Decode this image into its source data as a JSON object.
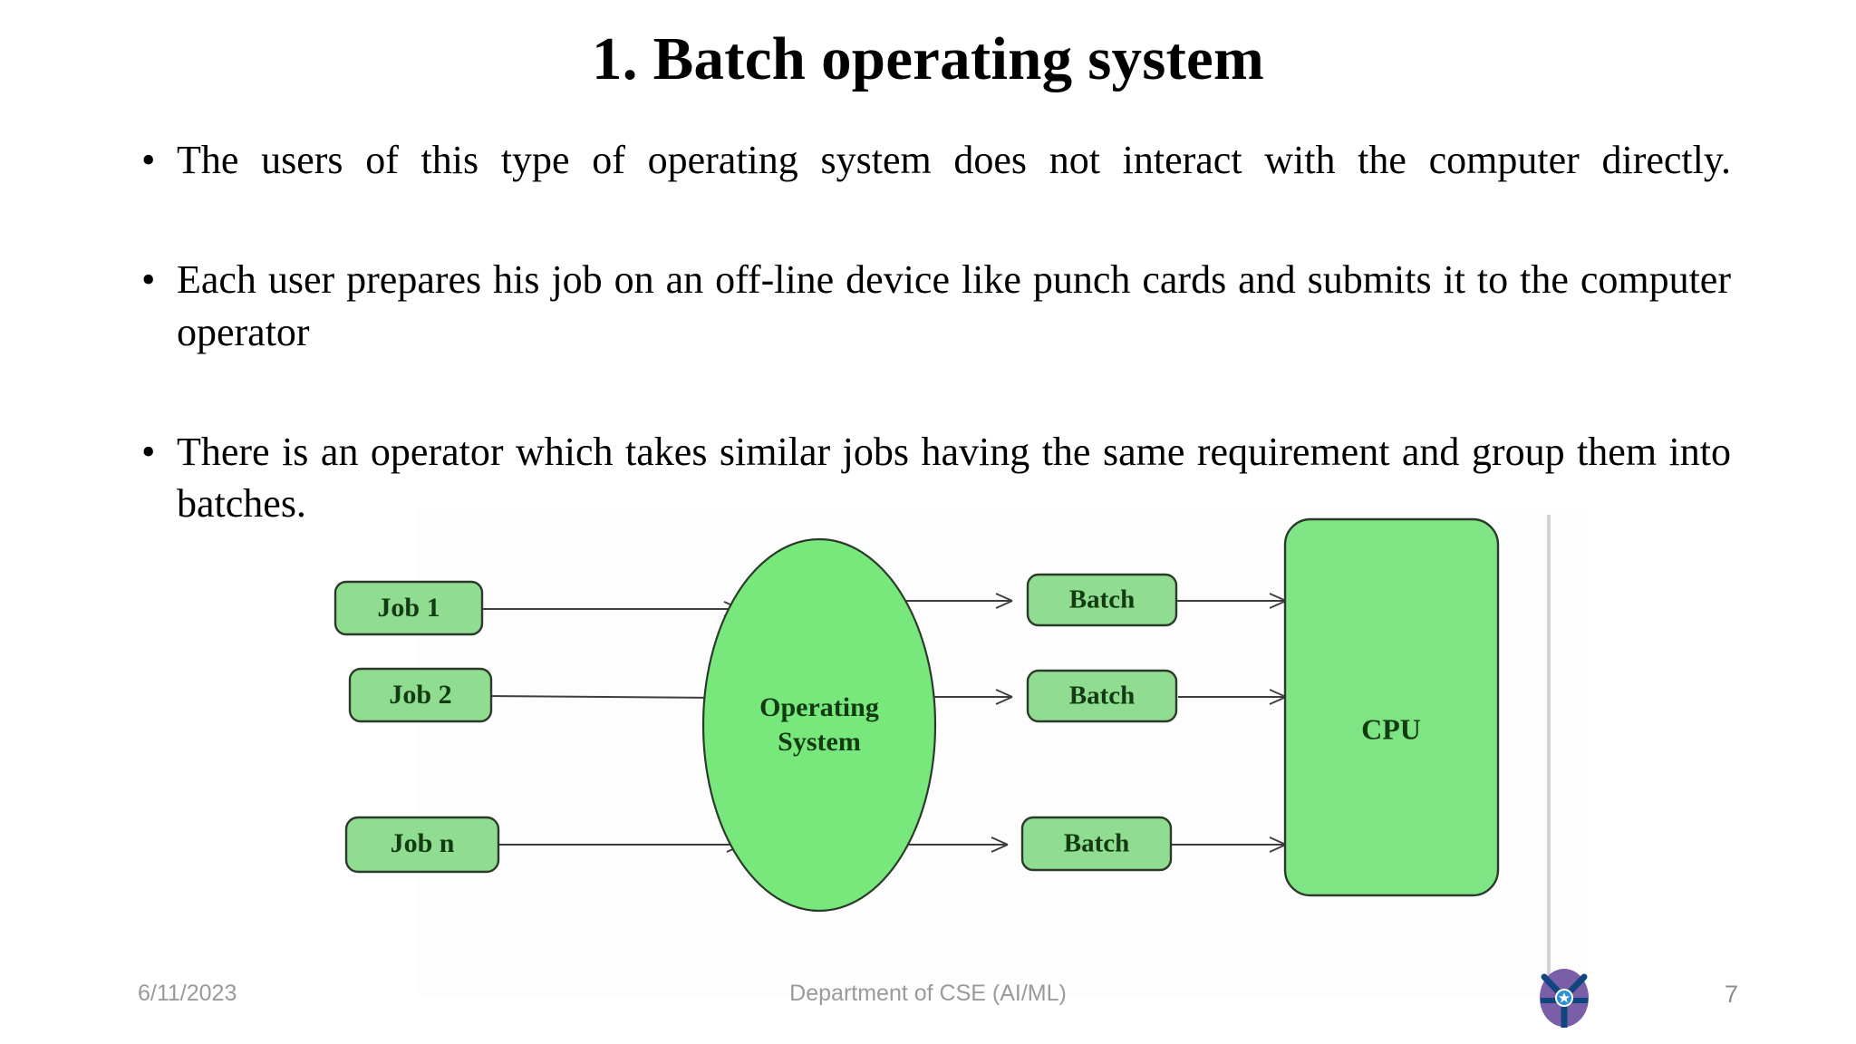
{
  "slide": {
    "title": "1. Batch operating system",
    "bullet_char": "•",
    "bullets": [
      "The users of this type of operating system does not interact with the computer directly.",
      "Each user prepares his job on an off-line device like punch cards and submits it to the computer operator",
      "There is an operator which takes similar jobs having the same requirement and group them into batches."
    ]
  },
  "diagram": {
    "jobs": [
      "Job 1",
      "Job 2",
      "Job n"
    ],
    "process": "Operating\nSystem",
    "process_line1": "Operating",
    "process_line2": "System",
    "batches": [
      "Batch",
      "Batch",
      "Batch"
    ],
    "cpu": "CPU",
    "colors": {
      "job_fill": "#90DC90",
      "ellipse_fill": "#78E87C",
      "cpu_fill": "#7FE483",
      "node_stroke": "#2b3a2b",
      "text": "#123b12",
      "connector": "#4a4a4a"
    }
  },
  "footer": {
    "date": "6/11/2023",
    "department": "Department of CSE (AI/ML)",
    "page_number": "7",
    "logo": "university-crest-logo"
  }
}
